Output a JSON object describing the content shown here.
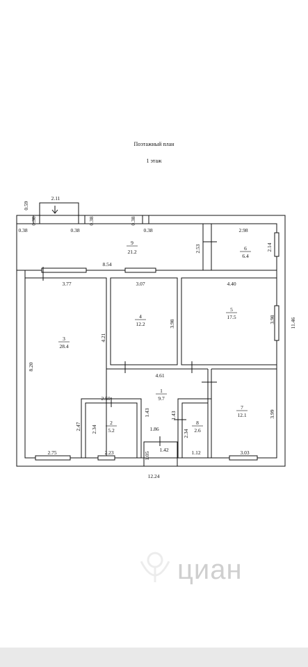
{
  "document": {
    "title": "Поэтажный план",
    "subtitle": "1 этаж"
  },
  "rooms": [
    {
      "number": "1",
      "area": "9.7"
    },
    {
      "number": "2",
      "area": "5.2"
    },
    {
      "number": "3",
      "area": "28.4"
    },
    {
      "number": "4",
      "area": "12.2"
    },
    {
      "number": "5",
      "area": "17.5"
    },
    {
      "number": "6",
      "area": "6.4"
    },
    {
      "number": "7",
      "area": "12.1"
    },
    {
      "number": "8",
      "area": "2.6"
    },
    {
      "number": "9",
      "area": "21.2"
    }
  ],
  "dimensions": {
    "porch_width": "2.11",
    "porch_depth": "0.59",
    "pier_left_a": "0.38",
    "pier_left_b": "0.38",
    "pier_left_c": "0.38",
    "pier_left_d": "0.38",
    "pier_right_a": "0.38",
    "pier_right_b": "0.38",
    "room9_length": "8.54",
    "room9_depth": "2.53",
    "room6_width": "2.98",
    "room6_depth": "2.14",
    "room3_width": "3.77",
    "room3_height": "8.20",
    "room3_lower_wall": "2.47",
    "room3_bottom": "2.75",
    "room4_width": "3.07",
    "room4_height": "3.98",
    "room4_left_height": "4.21",
    "room5_width": "4.40",
    "room5_height": "3.98",
    "building_depth": "11.46",
    "room1_width": "4.61",
    "room1_wall_a": "1.43",
    "room1_wall_b": "1.43",
    "room1_bottom": "1.86",
    "room2_top": "2.50",
    "room2_height": "2.34",
    "room2_bottom": "2.23",
    "room8_height": "2.34",
    "room8_bottom": "1.12",
    "room7_height": "3.99",
    "room7_bottom": "3.03",
    "vestibule_depth": "1.05",
    "vestibule_width": "1.42",
    "building_length": "12.24"
  },
  "watermark": {
    "text": "циан",
    "icon": "cian-logo-icon"
  }
}
